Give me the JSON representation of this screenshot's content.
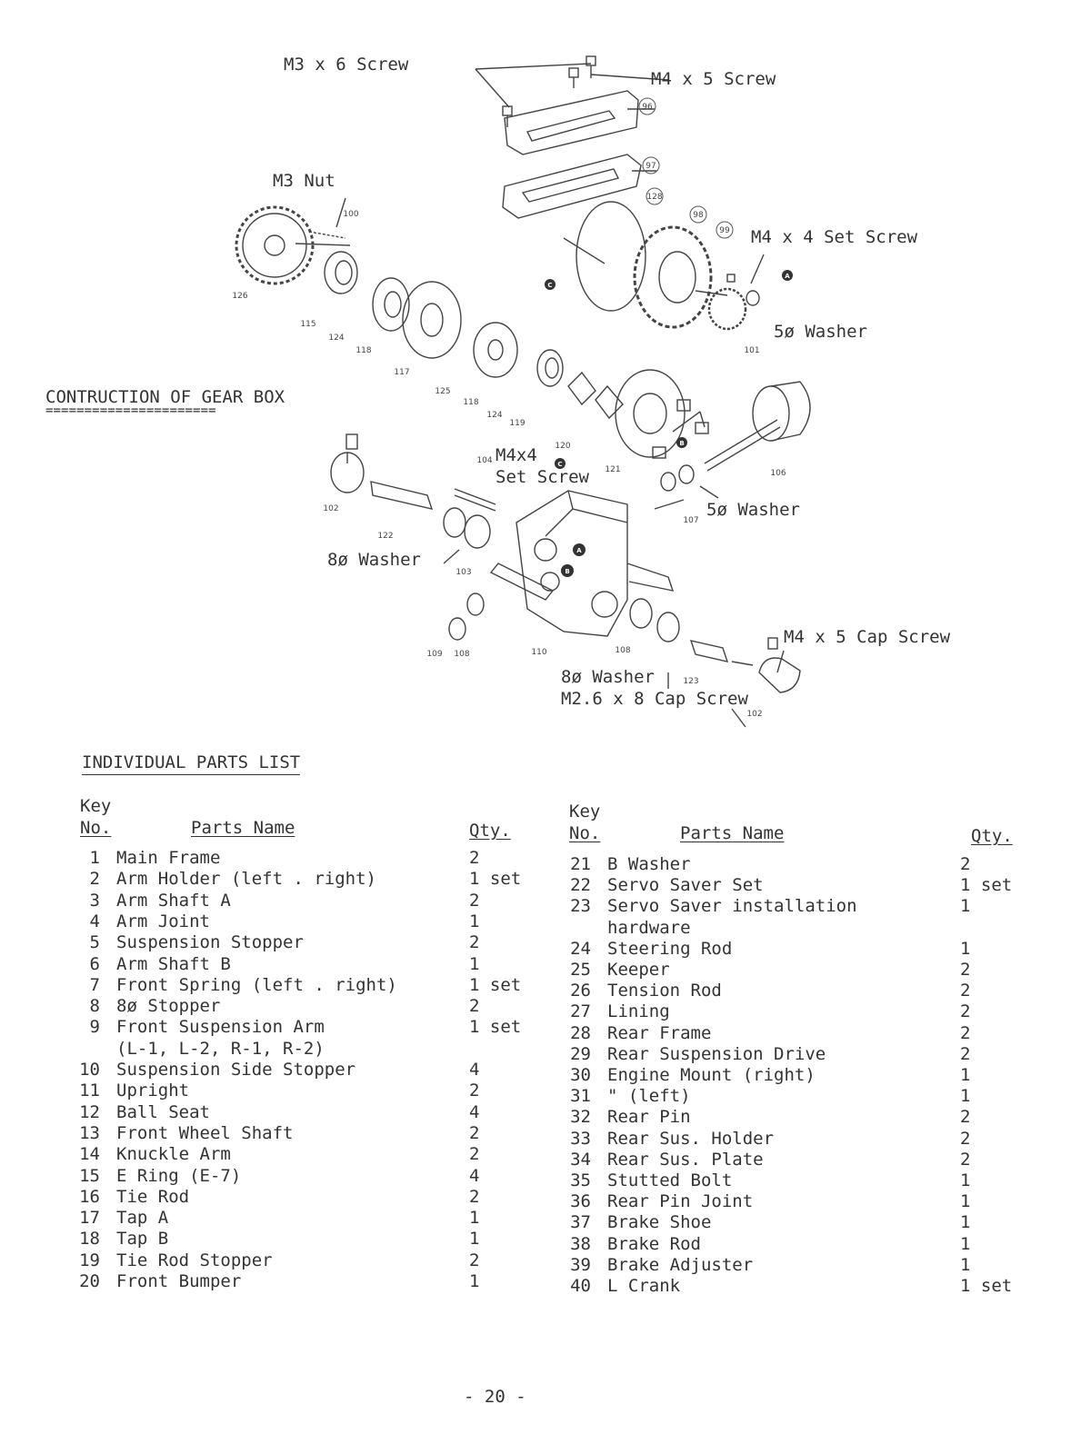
{
  "diagram": {
    "title": "CONTRUCTION OF GEAR BOX",
    "title_rule": "======================",
    "callouts": [
      {
        "id": "m3x6",
        "text": "M3 x 6 Screw"
      },
      {
        "id": "m4x5",
        "text": "M4 x 5 Screw"
      },
      {
        "id": "m3nut",
        "text": "M3 Nut"
      },
      {
        "id": "m4x4set",
        "text": "M4 x 4 Set Screw"
      },
      {
        "id": "w5a",
        "text": "5ø Washer"
      },
      {
        "id": "m4x4b1",
        "text": "M4x4"
      },
      {
        "id": "m4x4b2",
        "text": "Set Screw"
      },
      {
        "id": "w5b",
        "text": "5ø Washer"
      },
      {
        "id": "w8a",
        "text": "8ø Washer"
      },
      {
        "id": "cap4x5",
        "text": "M4 x 5 Cap Screw"
      },
      {
        "id": "w8b",
        "text": "8ø Washer"
      },
      {
        "id": "m26x8",
        "text": "M2.6 x 8 Cap Screw"
      }
    ],
    "part_numbers": [
      "96",
      "97",
      "128",
      "98",
      "99",
      "100",
      "126",
      "115",
      "124",
      "118",
      "117",
      "125",
      "118",
      "124",
      "119",
      "120",
      "121",
      "101",
      "104",
      "106",
      "102",
      "122",
      "103",
      "107",
      "109",
      "108",
      "110",
      "108",
      "123",
      "102"
    ],
    "markers": [
      "A",
      "B",
      "C",
      "A",
      "B",
      "C"
    ]
  },
  "parts_list": {
    "heading": "INDIVIDUAL PARTS LIST",
    "header_key_1": "Key",
    "header_key_2": "No.",
    "header_name": "Parts Name",
    "header_qty": "Qty.",
    "left": [
      {
        "key": "1",
        "name": "Main Frame",
        "qty": "2"
      },
      {
        "key": "2",
        "name": "Arm Holder (left . right)",
        "qty": "1 set"
      },
      {
        "key": "3",
        "name": "Arm Shaft A",
        "qty": "2"
      },
      {
        "key": "4",
        "name": "Arm Joint",
        "qty": "1"
      },
      {
        "key": "5",
        "name": "Suspension Stopper",
        "qty": "2"
      },
      {
        "key": "6",
        "name": "Arm Shaft B",
        "qty": "1"
      },
      {
        "key": "7",
        "name": "Front Spring (left . right)",
        "qty": "1 set"
      },
      {
        "key": "8",
        "name": "8ø Stopper",
        "qty": "2"
      },
      {
        "key": "9",
        "name": "Front Suspension Arm",
        "qty": "1 set"
      },
      {
        "key": "",
        "name": "(L-1, L-2, R-1, R-2)",
        "qty": ""
      },
      {
        "key": "10",
        "name": "Suspension Side Stopper",
        "qty": "4"
      },
      {
        "key": "11",
        "name": "Upright",
        "qty": "2"
      },
      {
        "key": "12",
        "name": "Ball Seat",
        "qty": "4"
      },
      {
        "key": "13",
        "name": "Front Wheel Shaft",
        "qty": "2"
      },
      {
        "key": "14",
        "name": "Knuckle Arm",
        "qty": "2"
      },
      {
        "key": "15",
        "name": "E Ring (E-7)",
        "qty": "4"
      },
      {
        "key": "16",
        "name": "Tie Rod",
        "qty": "2"
      },
      {
        "key": "17",
        "name": "Tap A",
        "qty": "1"
      },
      {
        "key": "18",
        "name": "Tap B",
        "qty": "1"
      },
      {
        "key": "19",
        "name": "Tie Rod Stopper",
        "qty": "2"
      },
      {
        "key": "20",
        "name": "Front Bumper",
        "qty": "1"
      }
    ],
    "right": [
      {
        "key": "21",
        "name": "B Washer",
        "qty": "2"
      },
      {
        "key": "22",
        "name": "Servo Saver Set",
        "qty": "1 set"
      },
      {
        "key": "23",
        "name": "Servo Saver installation",
        "qty": "1"
      },
      {
        "key": "",
        "name": "hardware",
        "qty": ""
      },
      {
        "key": "24",
        "name": "Steering Rod",
        "qty": "1"
      },
      {
        "key": "25",
        "name": "Keeper",
        "qty": "2"
      },
      {
        "key": "26",
        "name": "Tension Rod",
        "qty": "2"
      },
      {
        "key": "27",
        "name": "Lining",
        "qty": "2"
      },
      {
        "key": "28",
        "name": "Rear Frame",
        "qty": "2"
      },
      {
        "key": "29",
        "name": "Rear Suspension Drive",
        "qty": "2"
      },
      {
        "key": "30",
        "name": "Engine Mount (right)",
        "qty": "1"
      },
      {
        "key": "31",
        "name": "\"          (left)",
        "qty": "1"
      },
      {
        "key": "32",
        "name": "Rear Pin",
        "qty": "2"
      },
      {
        "key": "33",
        "name": "Rear Sus. Holder",
        "qty": "2"
      },
      {
        "key": "34",
        "name": "Rear Sus. Plate",
        "qty": "2"
      },
      {
        "key": "35",
        "name": "Stutted Bolt",
        "qty": "1"
      },
      {
        "key": "36",
        "name": "Rear Pin Joint",
        "qty": "1"
      },
      {
        "key": "37",
        "name": "Brake Shoe",
        "qty": "1"
      },
      {
        "key": "38",
        "name": "Brake Rod",
        "qty": "1"
      },
      {
        "key": "39",
        "name": "Brake Adjuster",
        "qty": "1"
      },
      {
        "key": "40",
        "name": "L Crank",
        "qty": "1 set"
      }
    ]
  },
  "footer": {
    "page": "- 20 -"
  }
}
